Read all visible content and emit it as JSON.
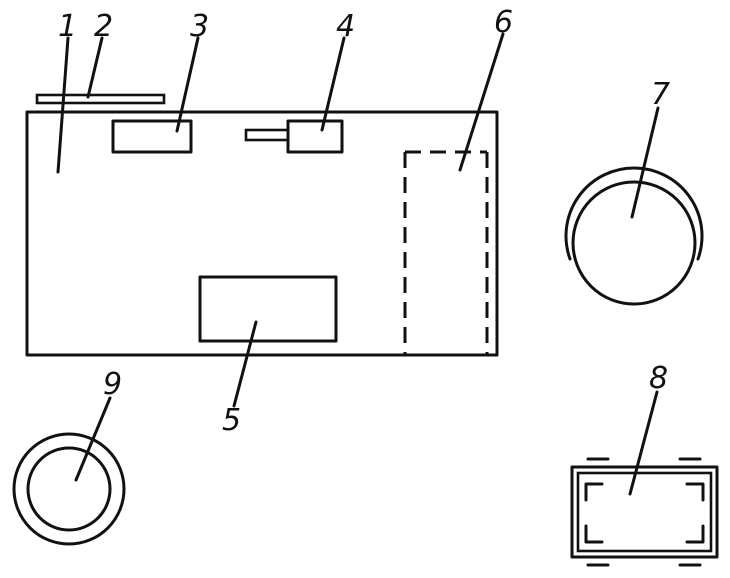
{
  "labels": {
    "part_1": "1",
    "part_2": "2",
    "part_3": "3",
    "part_4": "4",
    "part_5": "5",
    "part_6": "6",
    "part_7": "7",
    "part_8": "8",
    "part_9": "9"
  },
  "colors": {
    "line": "#111111",
    "background": "#ffffff"
  }
}
